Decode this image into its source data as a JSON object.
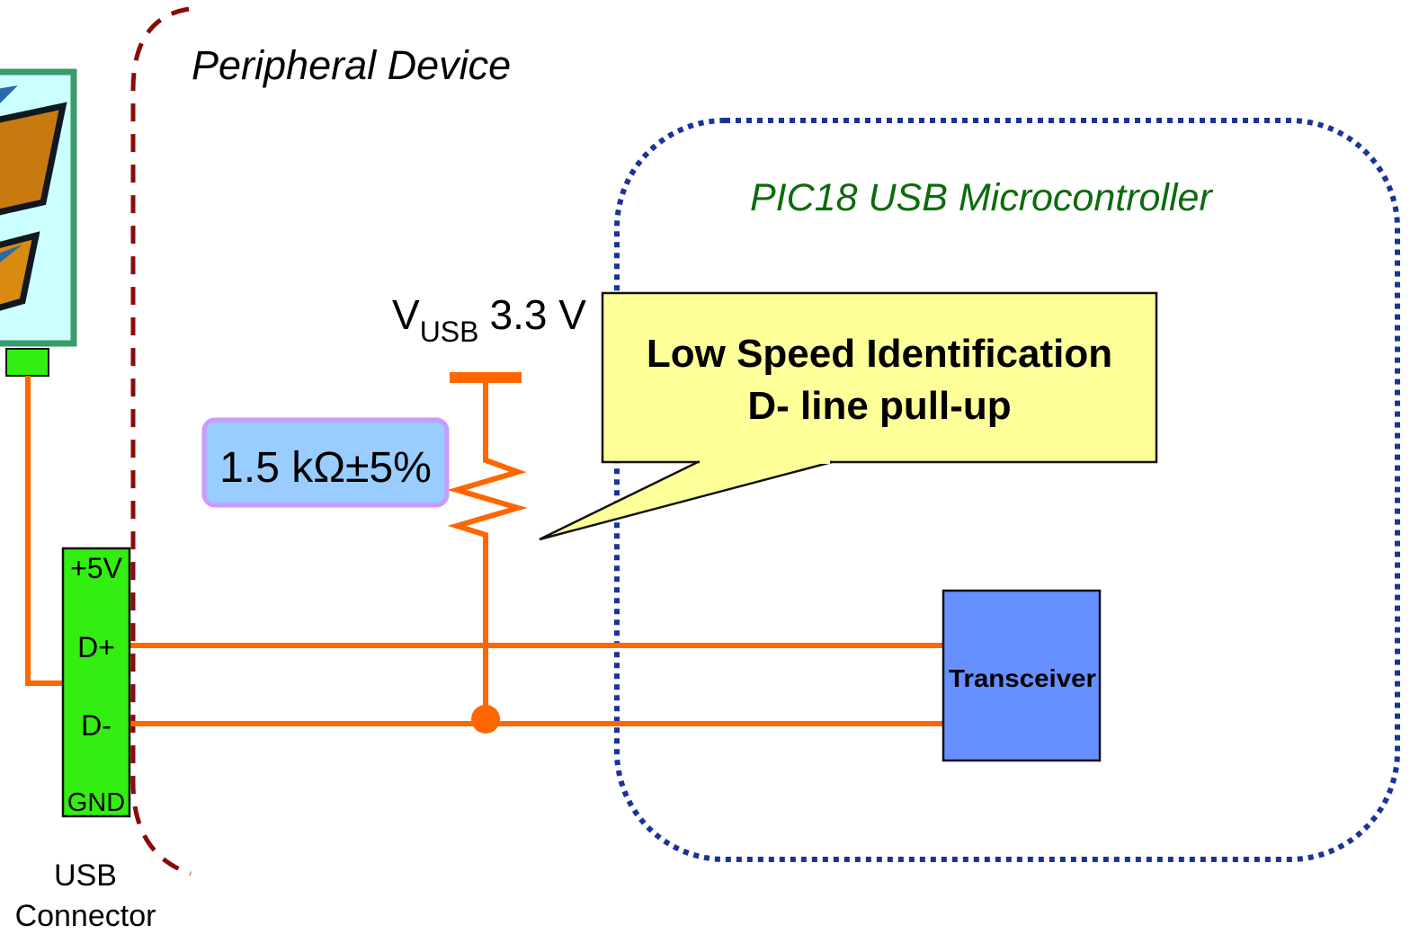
{
  "peripheral_label": "Peripheral Device",
  "mcu_label": "PIC18 USB Microcontroller",
  "vusb": {
    "main": "V",
    "sub": "USB",
    "value": "3.3 V"
  },
  "resistor_label": "1.5 kΩ±5%",
  "callout": {
    "line1": "Low Speed Identification",
    "line2": "D- line pull-up"
  },
  "connector": {
    "pins": [
      "+5V",
      "D+",
      "D-",
      "GND"
    ],
    "label_line1": "USB",
    "label_line2": "Connector"
  },
  "transceiver_label": "Transceiver",
  "colors": {
    "wire": "#ff6600",
    "connector_fill": "#33ee11",
    "transceiver_fill": "#6690ff",
    "callout_fill": "#ffff99",
    "resistor_badge_fill": "#99ccff",
    "resistor_badge_border": "#cc99ff",
    "mcu_border": "#1a3399",
    "peripheral_border": "#8b0a0a",
    "mcu_label_color": "#0d6b0d",
    "host_frame": "#3a9a6a",
    "host_fill": "#ccffff"
  }
}
